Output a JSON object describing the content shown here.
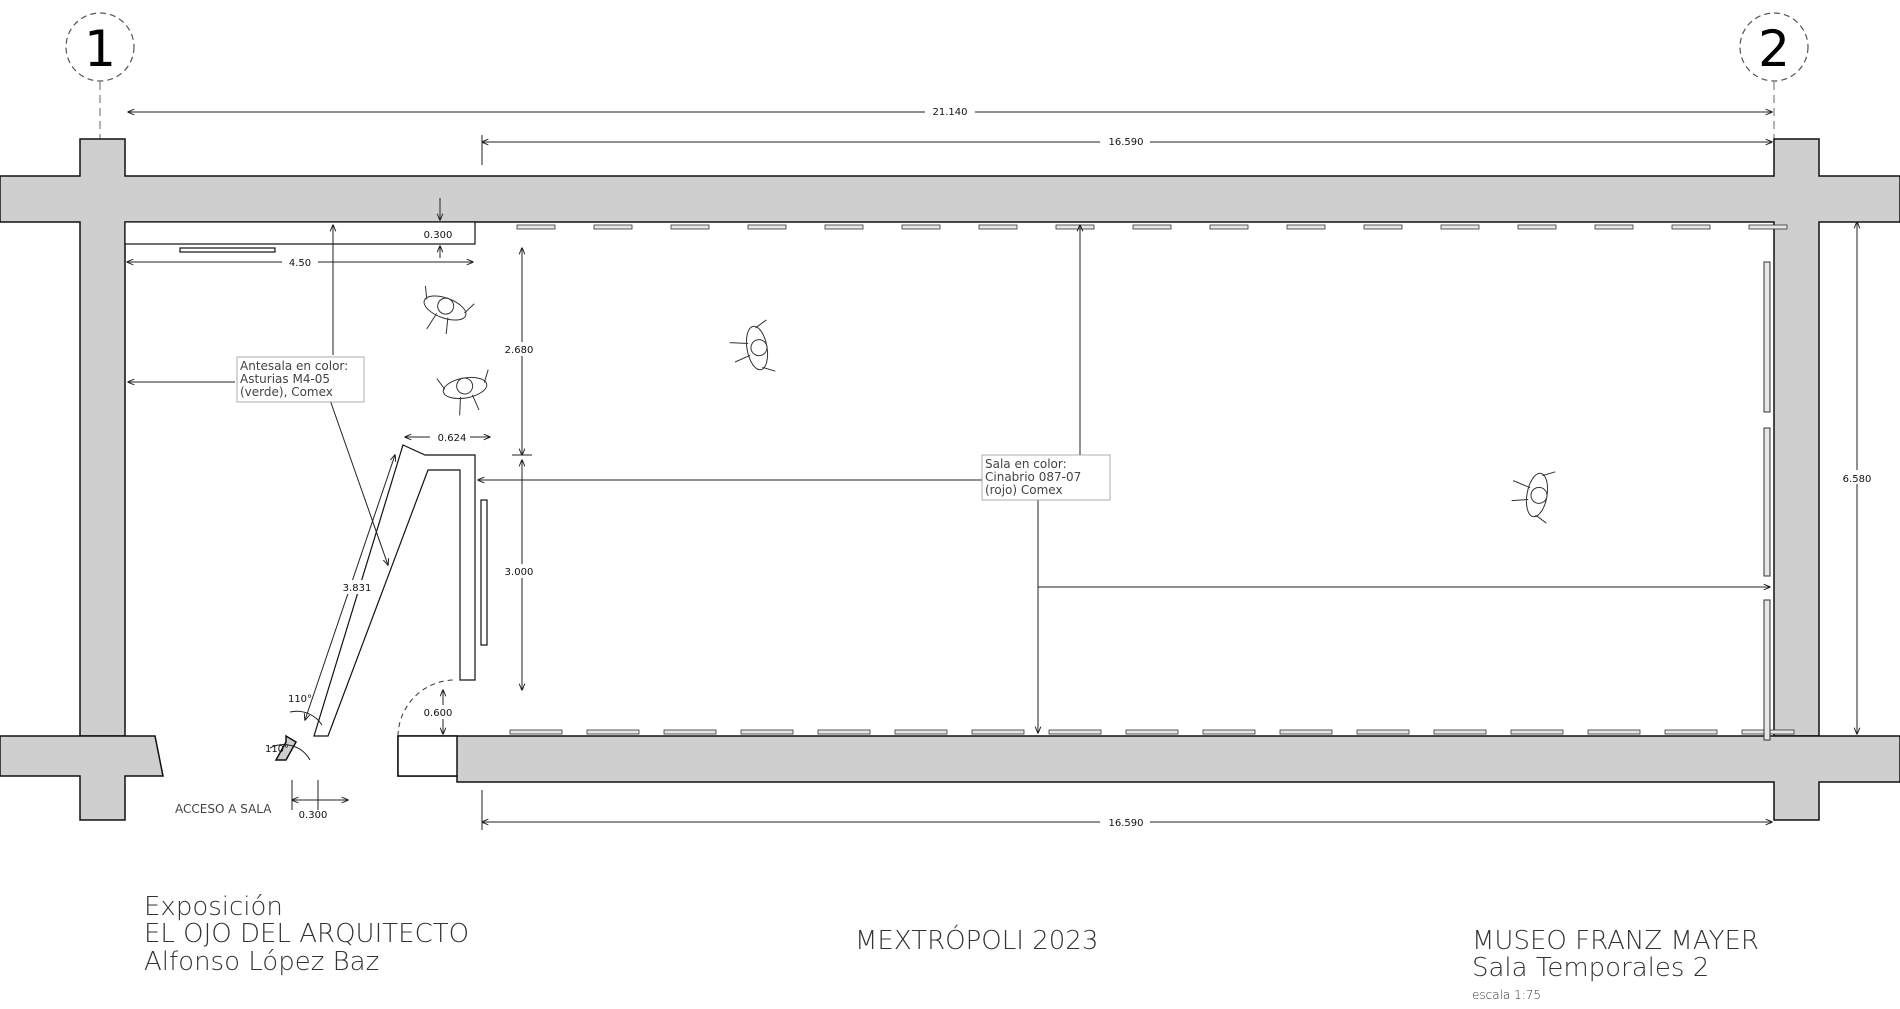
{
  "grid": {
    "left": "1",
    "right": "2"
  },
  "dimensions": {
    "overall_width": "21.140",
    "sala_top": "16.590",
    "sala_bottom": "16.590",
    "height_right": "6.580",
    "wall_thickness_top": "0.300",
    "antesala_length": "4.50",
    "upper_segment": "2.680",
    "lower_segment": "3.000",
    "panel_top": "0.624",
    "diagonal_wall": "3.831",
    "door": "0.600",
    "angle_upper": "110°",
    "angle_lower": "110°",
    "access_width": "0.300"
  },
  "notes": {
    "antesala": [
      "Antesala en color:",
      "Asturias M4-05",
      "(verde), Comex"
    ],
    "sala": [
      "Sala en color:",
      "Cinabrio 087-07",
      "(rojo) Comex"
    ],
    "access": "ACCESO A SALA"
  },
  "footer": {
    "left": [
      "Exposición",
      "EL OJO DEL ARQUITECTO",
      "Alfonso López Baz"
    ],
    "center": "MEXTRÓPOLI 2023",
    "right": [
      "MUSEO FRANZ MAYER",
      "Sala Temporales 2"
    ],
    "scale": "escala 1:75"
  },
  "colors": {
    "wall_fill": "#cfcfcf",
    "wall_stroke": "#111111",
    "dim_line": "#222222"
  }
}
